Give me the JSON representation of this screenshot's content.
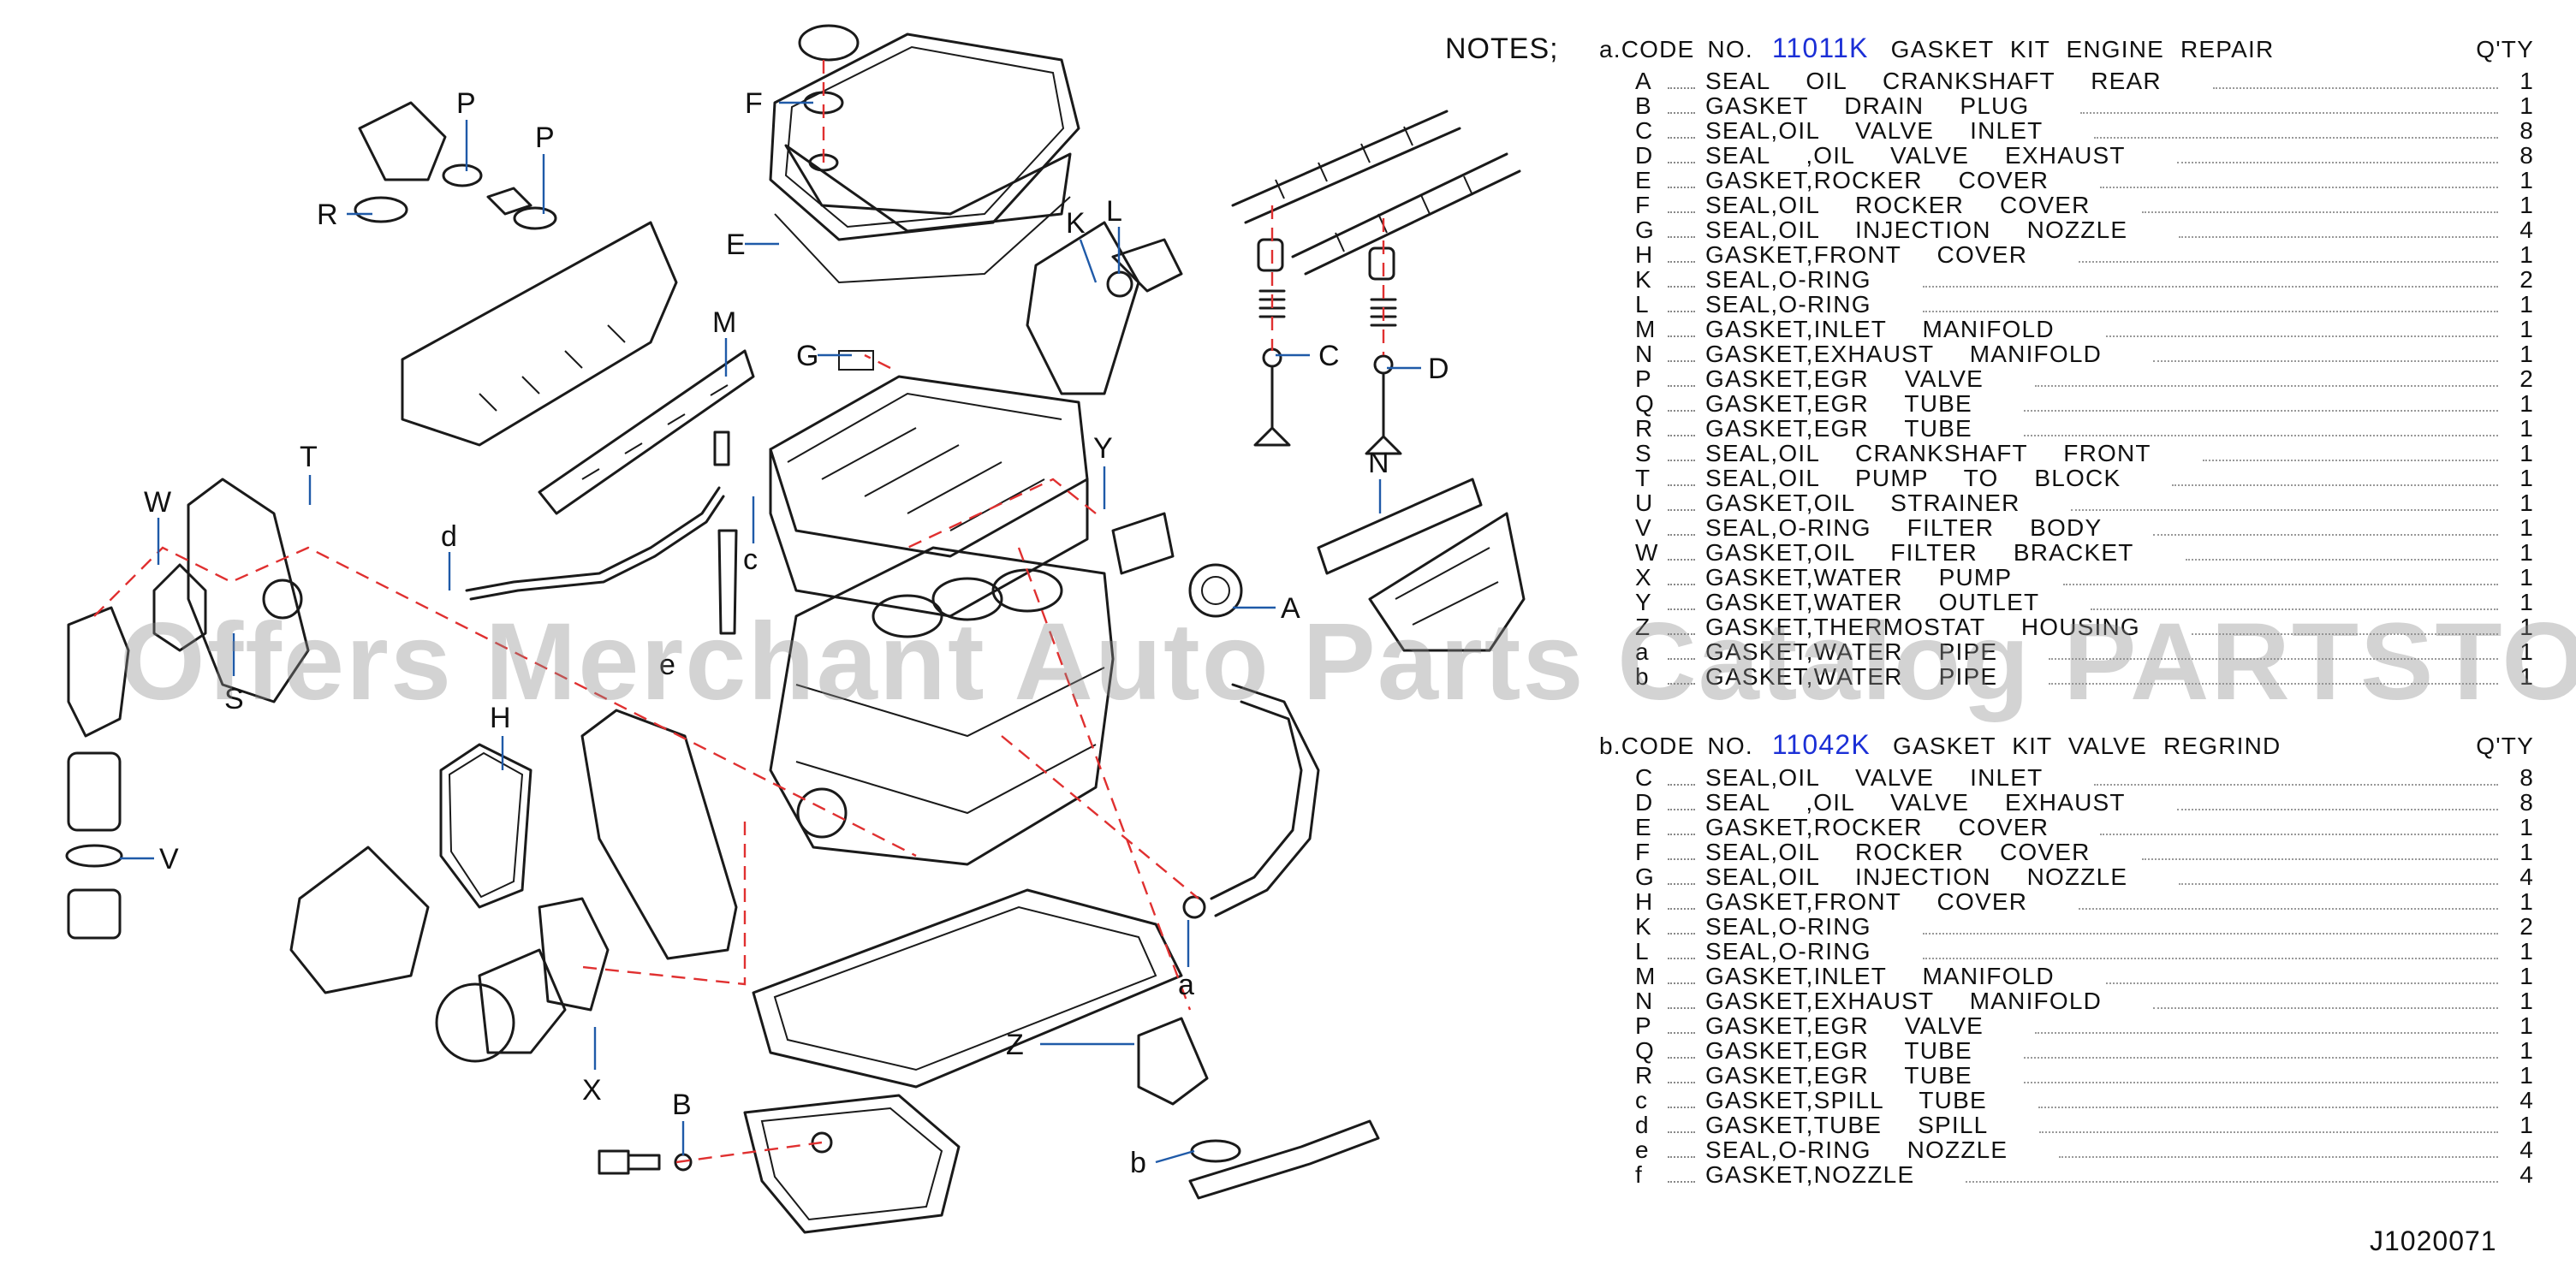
{
  "notes_heading": "NOTES;",
  "kits": [
    {
      "prefix": "a.CODE  NO.",
      "code": "11011K",
      "title": "GASKET  KIT  ENGINE  REPAIR",
      "qty_header": "Q'TY",
      "items": [
        {
          "ref": "A",
          "name": "SEAL  OIL  CRANKSHAFT  REAR",
          "qty": "1"
        },
        {
          "ref": "B",
          "name": "GASKET  DRAIN  PLUG",
          "qty": "1"
        },
        {
          "ref": "C",
          "name": "SEAL,OIL  VALVE  INLET",
          "qty": "8"
        },
        {
          "ref": "D",
          "name": "SEAL  ,OIL  VALVE  EXHAUST",
          "qty": "8"
        },
        {
          "ref": "E",
          "name": "GASKET,ROCKER  COVER",
          "qty": "1"
        },
        {
          "ref": "F",
          "name": "SEAL,OIL  ROCKER  COVER",
          "qty": "1"
        },
        {
          "ref": "G",
          "name": "SEAL,OIL  INJECTION  NOZZLE",
          "qty": "4"
        },
        {
          "ref": "H",
          "name": "GASKET,FRONT  COVER",
          "qty": "1"
        },
        {
          "ref": "K",
          "name": "SEAL,O-RING",
          "qty": "2"
        },
        {
          "ref": "L",
          "name": "SEAL,O-RING",
          "qty": "1"
        },
        {
          "ref": "M",
          "name": "GASKET,INLET  MANIFOLD",
          "qty": "1"
        },
        {
          "ref": "N",
          "name": "GASKET,EXHAUST  MANIFOLD",
          "qty": "1"
        },
        {
          "ref": "P",
          "name": "GASKET,EGR  VALVE",
          "qty": "2"
        },
        {
          "ref": "Q",
          "name": "GASKET,EGR  TUBE",
          "qty": "1"
        },
        {
          "ref": "R",
          "name": "GASKET,EGR  TUBE",
          "qty": "1"
        },
        {
          "ref": "S",
          "name": "SEAL,OIL  CRANKSHAFT  FRONT",
          "qty": "1"
        },
        {
          "ref": "T",
          "name": "SEAL,OIL  PUMP  TO  BLOCK",
          "qty": "1"
        },
        {
          "ref": "U",
          "name": "GASKET,OIL  STRAINER",
          "qty": "1"
        },
        {
          "ref": "V",
          "name": "SEAL,O-RING  FILTER  BODY",
          "qty": "1"
        },
        {
          "ref": "W",
          "name": "GASKET,OIL  FILTER  BRACKET",
          "qty": "1"
        },
        {
          "ref": "X",
          "name": "GASKET,WATER  PUMP",
          "qty": "1"
        },
        {
          "ref": "Y",
          "name": "GASKET,WATER  OUTLET",
          "qty": "1"
        },
        {
          "ref": "Z",
          "name": "GASKET,THERMOSTAT  HOUSING",
          "qty": "1"
        },
        {
          "ref": "a",
          "name": "GASKET,WATER  PIPE",
          "qty": "1"
        },
        {
          "ref": "b",
          "name": "GASKET,WATER  PIPE",
          "qty": "1"
        }
      ]
    },
    {
      "prefix": "b.CODE  NO.",
      "code": "11042K",
      "title": "GASKET  KIT  VALVE  REGRIND",
      "qty_header": "Q'TY",
      "items": [
        {
          "ref": "C",
          "name": "SEAL,OIL  VALVE  INLET",
          "qty": "8"
        },
        {
          "ref": "D",
          "name": "SEAL  ,OIL  VALVE  EXHAUST",
          "qty": "8"
        },
        {
          "ref": "E",
          "name": "GASKET,ROCKER  COVER",
          "qty": "1"
        },
        {
          "ref": "F",
          "name": "SEAL,OIL  ROCKER  COVER",
          "qty": "1"
        },
        {
          "ref": "G",
          "name": "SEAL,OIL  INJECTION  NOZZLE",
          "qty": "4"
        },
        {
          "ref": "H",
          "name": "GASKET,FRONT  COVER",
          "qty": "1"
        },
        {
          "ref": "K",
          "name": "SEAL,O-RING",
          "qty": "2"
        },
        {
          "ref": "L",
          "name": "SEAL,O-RING",
          "qty": "1"
        },
        {
          "ref": "M",
          "name": "GASKET,INLET  MANIFOLD",
          "qty": "1"
        },
        {
          "ref": "N",
          "name": "GASKET,EXHAUST  MANIFOLD",
          "qty": "1"
        },
        {
          "ref": "P",
          "name": "GASKET,EGR  VALVE",
          "qty": "1"
        },
        {
          "ref": "Q",
          "name": "GASKET,EGR  TUBE",
          "qty": "1"
        },
        {
          "ref": "R",
          "name": "GASKET,EGR  TUBE",
          "qty": "1"
        },
        {
          "ref": "c",
          "name": "GASKET,SPILL  TUBE",
          "qty": "4"
        },
        {
          "ref": "d",
          "name": "GASKET,TUBE  SPILL",
          "qty": "1"
        },
        {
          "ref": "e",
          "name": "SEAL,O-RING  NOZZLE",
          "qty": "4"
        },
        {
          "ref": "f",
          "name": "GASKET,NOZZLE",
          "qty": "4"
        }
      ]
    }
  ],
  "callouts": {
    "P1": "P",
    "P2": "P",
    "R": "R",
    "F": "F",
    "E": "E",
    "K": "K",
    "L": "L",
    "M": "M",
    "G": "G",
    "C": "C",
    "D": "D",
    "T": "T",
    "W": "W",
    "Y": "Y",
    "N": "N",
    "d": "d",
    "c": "c",
    "A": "A",
    "S": "S",
    "e": "e",
    "H": "H",
    "V": "V",
    "a": "a",
    "Z": "Z",
    "X": "X",
    "B": "B",
    "b": "b"
  },
  "watermark": "Offers Merchant Auto Parts Catalog PARTSTORE.SA",
  "drawing_number": "J1020071"
}
